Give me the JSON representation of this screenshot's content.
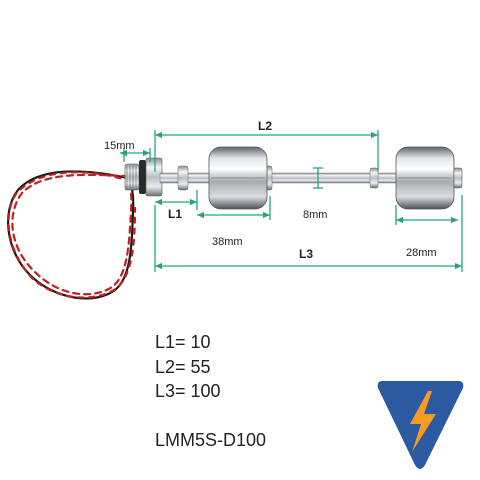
{
  "dimensions": {
    "l1": "L1",
    "l2": "L2",
    "l3": "L3",
    "d15": "15mm",
    "d38": "38mm",
    "d8": "8mm",
    "d28": "28mm"
  },
  "specs": {
    "l1": "L1= 10",
    "l2": "L2= 55",
    "l3": "L3= 100",
    "model": "LMM5S-D100"
  },
  "colors": {
    "dimension_line": "#25a67a",
    "wire_red": "#c21f1f",
    "wire_black": "#1a1a1a",
    "logo_blue": "#2c5aa0",
    "logo_orange": "#f59a23"
  },
  "logo": {
    "icon": "lightning-bolt-icon"
  }
}
